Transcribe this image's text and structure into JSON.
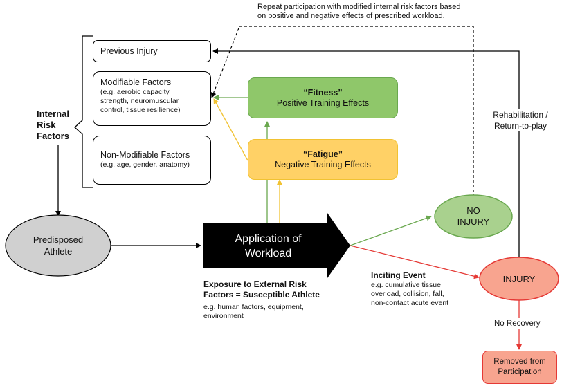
{
  "repeat_note": {
    "line1": "Repeat participation with modified internal risk factors based",
    "line2": "on positive and negative effects of prescribed workload."
  },
  "internal_risk_factors": {
    "label": [
      "Internal",
      "Risk",
      "Factors"
    ],
    "previous_injury": "Previous Injury",
    "modifiable": {
      "title": "Modifiable Factors",
      "detail": [
        "(e.g. aerobic capacity,",
        "strength, neuromuscular",
        "control, tissue resilience)"
      ]
    },
    "non_modifiable": {
      "title": "Non-Modifiable Factors",
      "detail": "(e.g. age, gender, anatomy)"
    }
  },
  "fitness": {
    "title": "“Fitness”",
    "subtitle": "Positive Training Effects",
    "fill": "#8fc76a",
    "border": "#6aa84f"
  },
  "fatigue": {
    "title": "“Fatigue”",
    "subtitle": "Negative Training Effects",
    "fill": "#ffd166",
    "border": "#f1c232"
  },
  "predisposed": [
    "Predisposed",
    "Athlete"
  ],
  "workload": [
    "Application of",
    "Workload"
  ],
  "exposure": {
    "title": [
      "Exposure to External Risk",
      "Factors = Susceptible Athlete"
    ],
    "detail": [
      "e.g. human factors, equipment,",
      "environment"
    ]
  },
  "no_injury": [
    "NO",
    "INJURY"
  ],
  "injury": "INJURY",
  "inciting_event": {
    "title": "Inciting Event",
    "detail": [
      "e.g. cumulative tissue",
      "overload, collision, fall,",
      "non-contact acute event"
    ]
  },
  "rehabilitation": [
    "Rehabilitation /",
    "Return-to-play"
  ],
  "no_recovery": "No Recovery",
  "removed": [
    "Removed from",
    "Participation"
  ],
  "colors": {
    "green_arrow": "#6aa84f",
    "yellow_arrow": "#f1c232",
    "red_arrow": "#e53935",
    "injury_fill": "#f8a48f",
    "no_injury_fill": "#a9d18e",
    "predisposed_fill": "#d0d0d0",
    "workload_fill": "#000000"
  }
}
